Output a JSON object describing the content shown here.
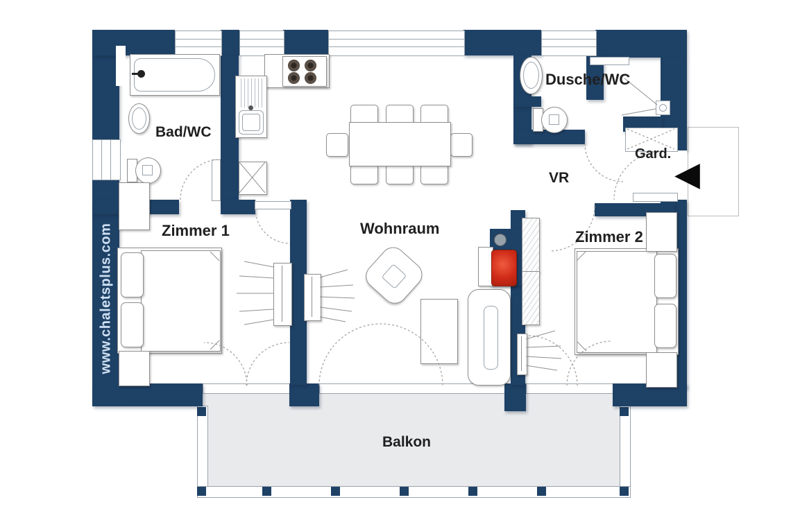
{
  "watermark": "www.chaletsplus.com",
  "rooms": {
    "bad_wc": {
      "label": "Bad/WC"
    },
    "zimmer1": {
      "label": "Zimmer 1"
    },
    "wohnraum": {
      "label": "Wohnraum"
    },
    "dusche_wc": {
      "label": "Dusche/WC"
    },
    "vr": {
      "label": "VR"
    },
    "gard": {
      "label": "Gard."
    },
    "zimmer2": {
      "label": "Zimmer 2"
    },
    "balkon": {
      "label": "Balkon"
    }
  },
  "icons": {
    "entrance_arrow": "◀"
  },
  "colors": {
    "wall": "#1e4166",
    "fireplace_red": "#cf2b18",
    "balcony_floor": "#e9eaec",
    "watermark_text": "#cfe0f2",
    "label_text": "#1f1f1f"
  }
}
